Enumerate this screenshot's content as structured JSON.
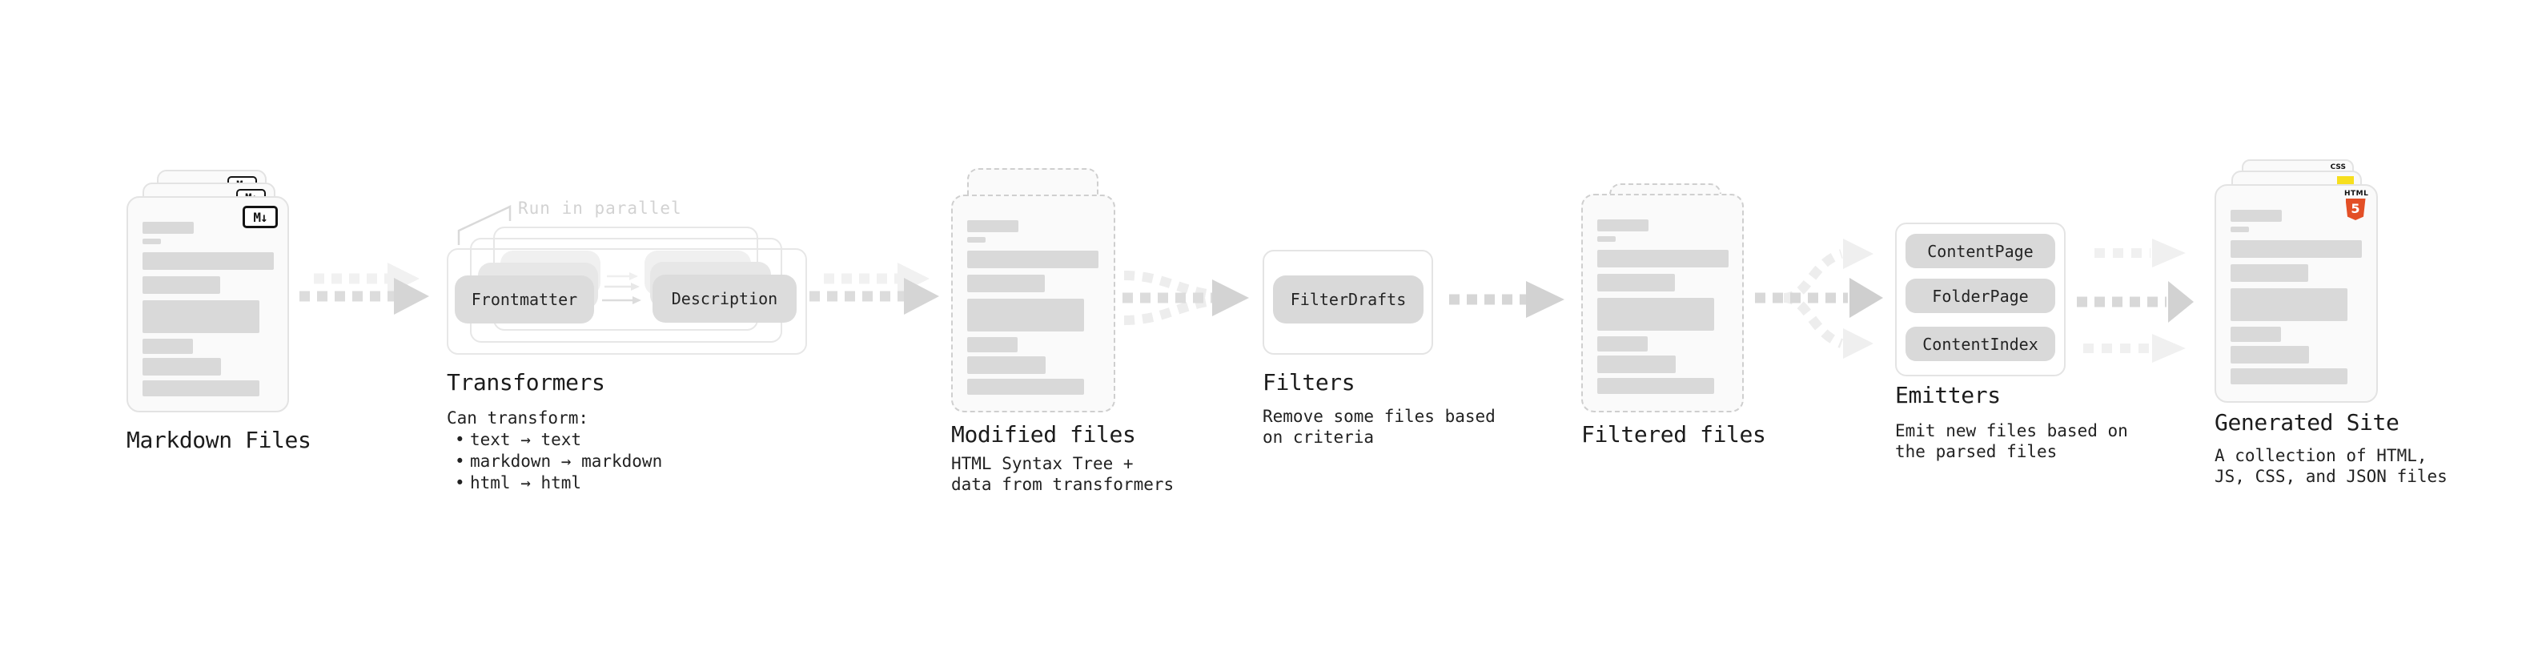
{
  "diagram": {
    "stages": {
      "markdown_files": {
        "label": "Markdown Files",
        "icon_text": "M↓"
      },
      "transformers": {
        "label": "Transformers",
        "note": "Run in parallel",
        "box_left": "Frontmatter",
        "box_right": "Description",
        "intro": "Can transform:",
        "bullet_char": "•",
        "bullets": [
          "text → text",
          "markdown → markdown",
          "html → html"
        ]
      },
      "modified_files": {
        "label": "Modified files",
        "description": "HTML Syntax Tree +\ndata from transformers"
      },
      "filters": {
        "label": "Filters",
        "box": "FilterDrafts",
        "description": "Remove some files based\non criteria"
      },
      "filtered_files": {
        "label": "Filtered files"
      },
      "emitters": {
        "label": "Emitters",
        "boxes": [
          "ContentPage",
          "FolderPage",
          "ContentIndex"
        ],
        "description": "Emit new files based on\nthe parsed files"
      },
      "generated_site": {
        "label": "Generated Site",
        "description": "A collection of HTML,\nJS, CSS, and JSON files",
        "icons": {
          "html_label": "HTML",
          "html_number": "5",
          "css_label": "CSS"
        }
      }
    },
    "colors": {
      "html5_orange": "#e34f26",
      "js_yellow": "#f7df1e",
      "css_blue": "#2965f1",
      "placeholder_gray": "#d9d9d9",
      "outline_gray": "#e4e4e4",
      "dashed_outline_gray": "#cfcfcf",
      "text": "#1c1c1c",
      "note_gray": "#d2d2d2"
    }
  }
}
